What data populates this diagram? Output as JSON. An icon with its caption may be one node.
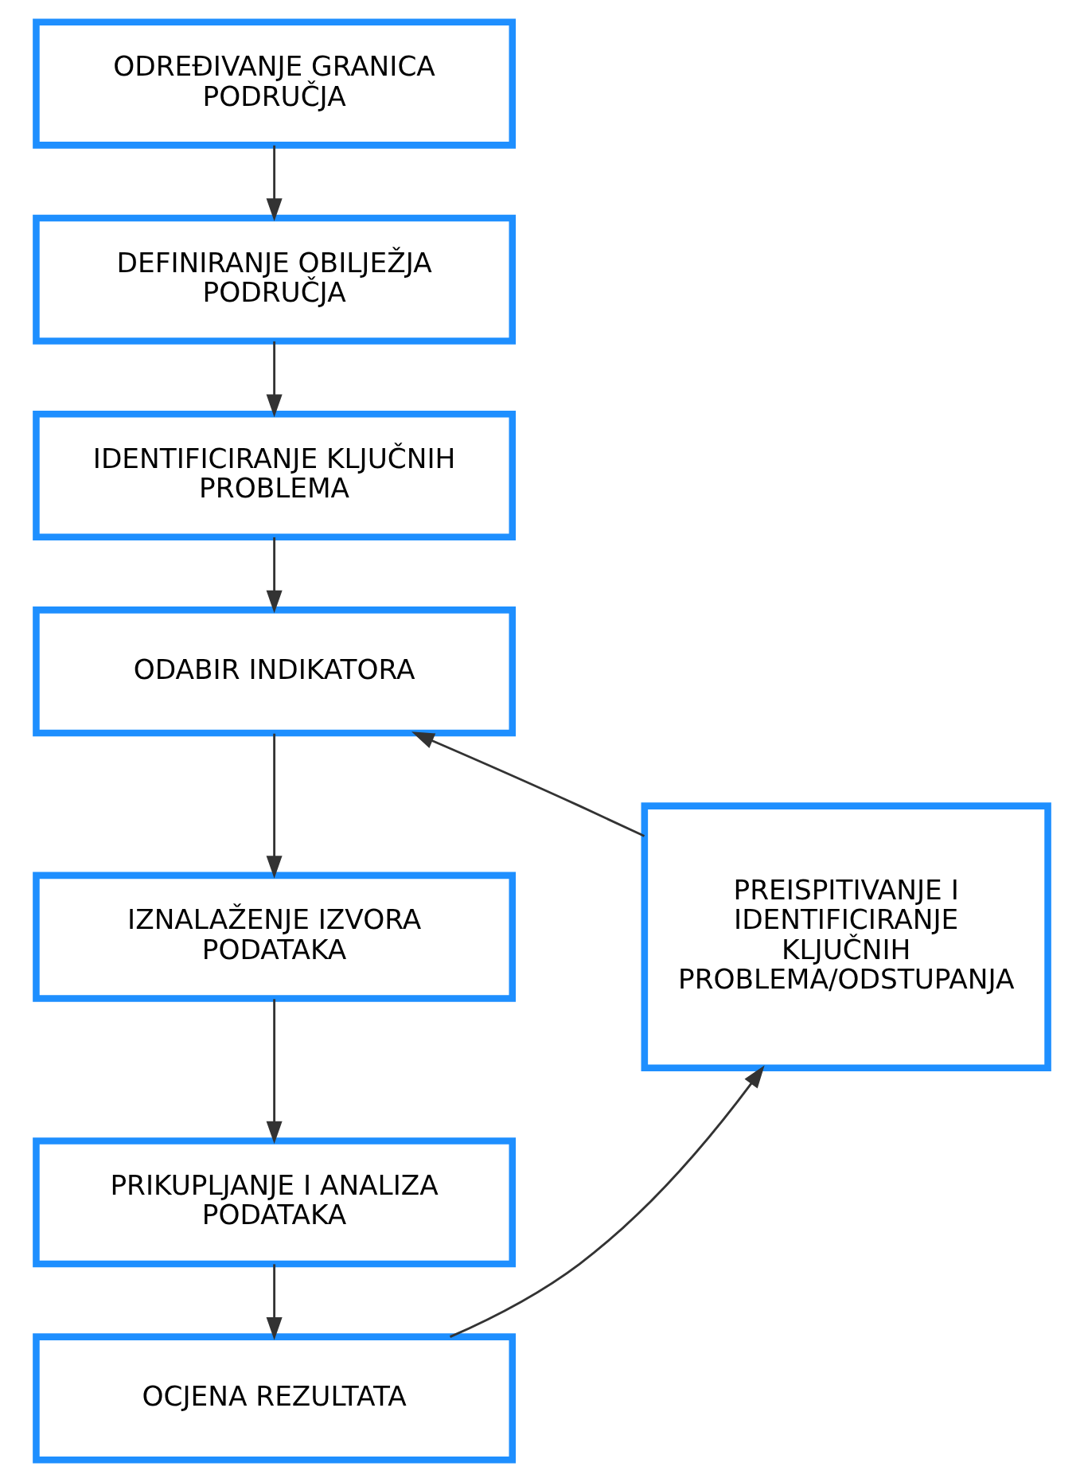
{
  "diagram": {
    "nodes": [
      {
        "text": [
          "ODREĐIVANJE GRANICA PODRUČJA"
        ]
      },
      {
        "text": [
          "DEFINIRANJE OBILJEŽJA PODRUČJA"
        ]
      },
      {
        "text": [
          "IDENTIFICIRANJE KLJUČNIH PROBLEMA"
        ]
      },
      {
        "text": [
          "ODABIR INDIKATORA"
        ]
      },
      {
        "text": [
          "IZNALAŽENJE IZVORA PODATAKA"
        ]
      },
      {
        "text": [
          "PRIKUPLJANJE I ANALIZA PODATAKA"
        ]
      },
      {
        "text": [
          "OCJENA REZULTATA"
        ]
      },
      {
        "text": [
          "PREISPITIVANJE I IDENTIFICIRANJE KLJUČNIH PROBLEMA/ODSTUPANJA"
        ]
      }
    ],
    "edges": [
      {
        "from": 0,
        "to": 1,
        "arrow": "to"
      },
      {
        "from": 1,
        "to": 2,
        "arrow": "to"
      },
      {
        "from": 2,
        "to": 3,
        "arrow": "to"
      },
      {
        "from": 3,
        "to": 4,
        "arrow": "to"
      },
      {
        "from": 4,
        "to": 5,
        "arrow": "to"
      },
      {
        "from": 5,
        "to": 6,
        "arrow": "to"
      },
      {
        "from": 6,
        "to": 7,
        "arrow": "to"
      },
      {
        "from": 7,
        "to": 3,
        "arrow": "to"
      }
    ]
  }
}
